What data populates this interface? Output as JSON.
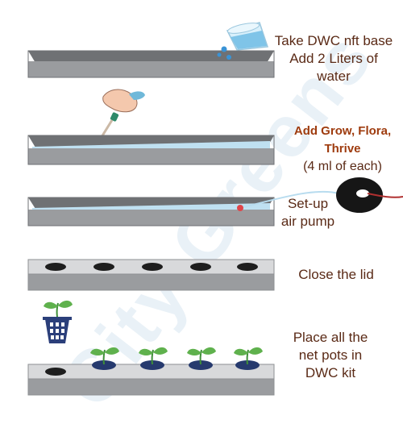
{
  "watermark": "City Greens",
  "steps": [
    {
      "lines": [
        "Take DWC nft base",
        "Add 2 Liters of",
        "water"
      ],
      "color": "#5a2a16"
    },
    {
      "lines": [
        "Add Grow, Flora,",
        "Thrive"
      ],
      "sub": "(4 ml of each)",
      "color": "#9e3b0e",
      "sub_color": "#5a2a16"
    },
    {
      "lines": [
        "Set-up",
        "air pump"
      ],
      "color": "#5a2a16"
    },
    {
      "lines": [
        "Close the lid"
      ],
      "color": "#5a2a16"
    },
    {
      "lines": [
        "Place all the",
        "net pots in",
        "DWC kit"
      ],
      "color": "#5a2a16"
    }
  ],
  "colors": {
    "tray": "#9a9c9f",
    "tray_dark": "#6f7174",
    "water": "#bfe0f1",
    "hole": "#1e1e1e",
    "pot": "#263a6e",
    "leaf": "#5fb14d",
    "accent": "#d83b3b"
  },
  "icons": [
    "water-glass-icon",
    "dropper-hand-icon",
    "air-pump-icon",
    "net-pot-icon",
    "plant-icon"
  ]
}
